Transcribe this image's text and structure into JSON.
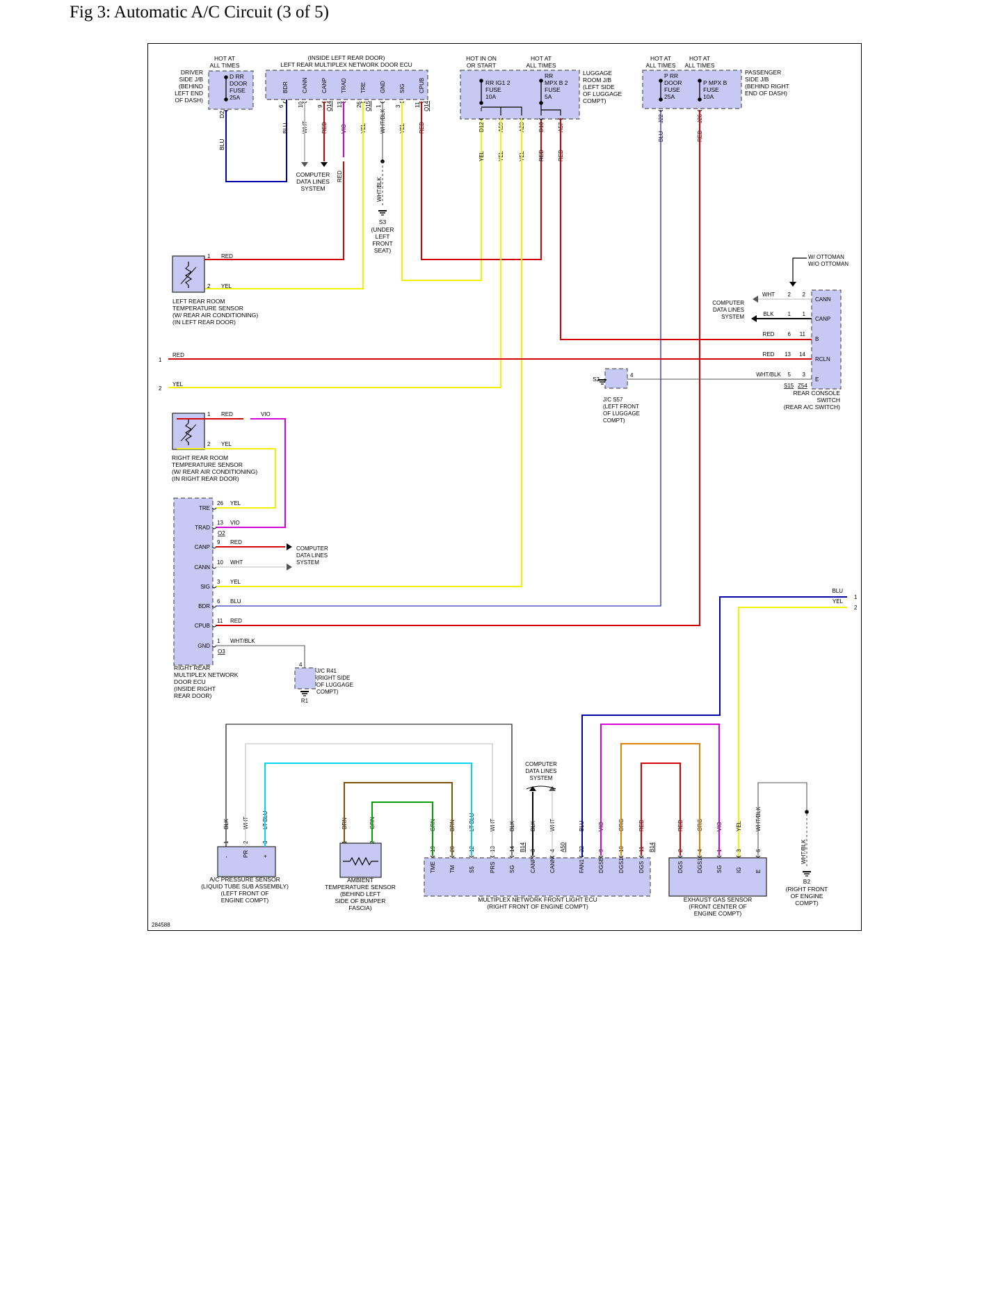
{
  "page_title": "Fig 3: Automatic A/C Circuit (3 of 5)",
  "figure_id": "284588",
  "colors": {
    "red": "#d40000",
    "yel": "#f2f200",
    "blu": "#0000a8",
    "vio": "#d800d8",
    "ltblu": "#00d8f0",
    "brn": "#7a5200",
    "grn": "#00a000",
    "org": "#e08000",
    "whtblk": "#555555",
    "wht": "#bbbbbb",
    "blk": "#000000",
    "box": "#c8c8f4"
  },
  "components": {
    "driver_jb": {
      "hot": [
        "HOT AT",
        "ALL TIMES"
      ],
      "fuse": [
        "D RR",
        "DOOR",
        "FUSE",
        "25A"
      ],
      "desc": [
        "DRIVER",
        "SIDE J/B",
        "(BEHIND",
        "LEFT END",
        "OF DASH)"
      ],
      "pin": "D2",
      "wire": "BLU"
    },
    "lr_ecu": {
      "desc": [
        "(INSIDE LEFT REAR DOOR)",
        "LEFT REAR MULTIPLEX NETWORK DOOR ECU"
      ],
      "pins": [
        {
          "name": "BDR",
          "num": "6",
          "wire": "BLU"
        },
        {
          "name": "CANN",
          "num": "10",
          "wire": "WHT"
        },
        {
          "name": "CANP",
          "num": "9",
          "wire": "RED",
          "conn": "Q14"
        },
        {
          "name": "TRAD",
          "num": "13",
          "wire": "VIO"
        },
        {
          "name": "TRE",
          "num": "26",
          "wire": "YEL",
          "conn": "Q15"
        },
        {
          "name": "GND",
          "num": "1",
          "wire": "WHT/BLK"
        },
        {
          "name": "SIG",
          "num": "3",
          "wire": "YEL"
        },
        {
          "name": "CPUB",
          "num": "11",
          "wire": "RED",
          "conn": "Q14"
        }
      ],
      "cdl": [
        "COMPUTER",
        "DATA LINES",
        "SYSTEM"
      ],
      "red_wire": "RED",
      "gnd_wire": "WHT/BLK"
    },
    "s3": {
      "label": "S3",
      "desc": [
        "(UNDER",
        "LEFT",
        "FRONT",
        "SEAT)"
      ]
    },
    "lug_jb": {
      "hot1": [
        "HOT IN ON",
        "OR START"
      ],
      "hot2": [
        "HOT AT",
        "ALL TIMES"
      ],
      "fuse1": [
        "RR IG1 2",
        "FUSE",
        "10A"
      ],
      "fuse2": [
        "RR",
        "MPX B 2",
        "FUSE",
        "5A"
      ],
      "desc": [
        "LUGGAGE",
        "ROOM J/B",
        "(LEFT SIDE",
        "OF LUGGAGE",
        "COMPT)"
      ],
      "pins": [
        {
          "num": "D12",
          "wire": "YEL"
        },
        {
          "num": "A59",
          "wire": "YEL"
        },
        {
          "num": "A23",
          "wire": "YEL"
        },
        {
          "num": "D10",
          "wire": "RED"
        },
        {
          "num": "A57",
          "wire": "RED"
        }
      ]
    },
    "pass_jb": {
      "hot1": [
        "HOT AT",
        "ALL TIMES"
      ],
      "hot2": [
        "HOT AT",
        "ALL TIMES"
      ],
      "fuse1": [
        "P RR",
        "DOOR",
        "FUSE",
        "25A"
      ],
      "fuse2": [
        "P MPX B",
        "FUSE",
        "10A"
      ],
      "desc": [
        "PASSENGER",
        "SIDE J/B",
        "(BEHIND RIGHT",
        "END OF DASH)"
      ],
      "pins": [
        {
          "num": "J22",
          "wire": "BLU"
        },
        {
          "num": "J26",
          "wire": "RED"
        }
      ]
    },
    "lr_sensor": {
      "desc": [
        "LEFT REAR ROOM",
        "TEMPERATURE SENSOR",
        "(W/ REAR AIR CONDITIONING)",
        "(IN LEFT REAR DOOR)"
      ],
      "pins": [
        {
          "num": "1",
          "wire": "RED"
        },
        {
          "num": "2",
          "wire": "YEL"
        }
      ]
    },
    "rr_sensor": {
      "desc": [
        "RIGHT REAR ROOM",
        "TEMPERATURE SENSOR",
        "(W/ REAR AIR CONDITIONING)",
        "(IN RIGHT REAR DOOR)"
      ],
      "pins": [
        {
          "num": "1",
          "wire": "RED"
        },
        {
          "num": "2",
          "wire": "YEL"
        }
      ],
      "vio": "VIO"
    },
    "offpage_left": [
      {
        "num": "1",
        "wire": "RED"
      },
      {
        "num": "2",
        "wire": "YEL"
      }
    ],
    "offpage_right": [
      {
        "num": "1",
        "wire": "BLU"
      },
      {
        "num": "2",
        "wire": "YEL"
      }
    ],
    "rear_console": {
      "desc": [
        "REAR CONSOLE",
        "SWITCH",
        "(REAR A/C SWITCH)"
      ],
      "ottoman": [
        "W/ OTTOMAN",
        "W/O OTTOMAN"
      ],
      "cdl": [
        "COMPUTER",
        "DATA LINES",
        "SYSTEM"
      ],
      "pins": [
        {
          "name": "CANN",
          "wire": "WHT",
          "a": "2",
          "b": "2"
        },
        {
          "name": "CANP",
          "wire": "BLK",
          "a": "1",
          "b": "1"
        },
        {
          "name": "B",
          "wire": "RED",
          "a": "6",
          "b": "11"
        },
        {
          "name": "RCLN",
          "wire": "RED",
          "a": "13",
          "b": "14"
        },
        {
          "name": "E",
          "wire": "WHT/BLK",
          "a": "5",
          "b": "3"
        }
      ],
      "conn1": "S15",
      "conn2": "Z54"
    },
    "s57": {
      "label": "S2",
      "pin": "4",
      "desc": [
        "J/C S57",
        "(LEFT FRONT",
        "OF LUGGAGE",
        "COMPT)"
      ]
    },
    "rr_ecu": {
      "desc": [
        "RIGHT REAR",
        "MULTIPLEX NETWORK",
        "DOOR ECU",
        "(INSIDE RIGHT",
        "REAR DOOR)"
      ],
      "cdl": [
        "COMPUTER",
        "DATA LINES",
        "SYSTEM"
      ],
      "pins": [
        {
          "name": "TRE",
          "num": "26",
          "wire": "YEL"
        },
        {
          "name": "TRAD",
          "num": "13",
          "wire": "VIO",
          "conn": "O2"
        },
        {
          "name": "CANP",
          "num": "9",
          "wire": "RED"
        },
        {
          "name": "CANN",
          "num": "10",
          "wire": "WHT"
        },
        {
          "name": "SIG",
          "num": "3",
          "wire": "YEL"
        },
        {
          "name": "BDR",
          "num": "6",
          "wire": "BLU"
        },
        {
          "name": "CPUB",
          "num": "11",
          "wire": "RED"
        },
        {
          "name": "GND",
          "num": "1",
          "wire": "WHT/BLK",
          "conn": "O3"
        }
      ]
    },
    "r41": {
      "pin": "4",
      "desc": [
        "J/C R41",
        "(RIGHT SIDE",
        "OF LUGGAGE",
        "COMPT)"
      ],
      "gnd": "R1"
    },
    "ac_pressure": {
      "desc": [
        "A/C PRESSURE SENSOR",
        "(LIQUID TUBE SUB ASSEMBLY)",
        "(LEFT FRONT OF",
        "ENGINE COMPT)"
      ],
      "pins": [
        {
          "num": "1",
          "wire": "BLK",
          "name": "-"
        },
        {
          "num": "2",
          "wire": "WHT",
          "name": "PR"
        },
        {
          "num": "3",
          "wire": "LT BLU",
          "name": "+"
        }
      ]
    },
    "ambient": {
      "desc": [
        "AMBIENT",
        "TEMPERATURE SENSOR",
        "(BEHIND LEFT",
        "SIDE OF BUMPER",
        "FASCIA)"
      ],
      "pins": [
        {
          "num": "1",
          "wire": "BRN"
        },
        {
          "num": "2",
          "wire": "GRN"
        }
      ]
    },
    "front_ecu": {
      "desc": [
        "MULTIPLEX NETWORK FRONT LIGHT ECU",
        "(RIGHT FRONT OF ENGINE COMPT)"
      ],
      "cdl": [
        "COMPUTER",
        "DATA LINES",
        "SYSTEM"
      ],
      "pins": [
        {
          "name": "TME",
          "num": "19",
          "wire": "GRN"
        },
        {
          "name": "TM",
          "num": "20",
          "wire": "BRN"
        },
        {
          "name": "S5",
          "num": "12",
          "wire": "LT BLU"
        },
        {
          "name": "PRS",
          "num": "13",
          "wire": "WHT"
        },
        {
          "name": "SG",
          "num": "14",
          "wire": "BLK",
          "conn": "B14"
        },
        {
          "name": "CANP",
          "num": "3",
          "wire": "BLK"
        },
        {
          "name": "CANN",
          "num": "4",
          "wire": "WHT",
          "conn": "A50"
        },
        {
          "name": "FAN1",
          "num": "22",
          "wire": "BLU"
        },
        {
          "name": "DGSE",
          "num": "9",
          "wire": "VIO"
        },
        {
          "name": "DGS1",
          "num": "10",
          "wire": "ORG"
        },
        {
          "name": "DGS",
          "num": "11",
          "wire": "RED",
          "conn": "B14"
        }
      ]
    },
    "exhaust": {
      "desc": [
        "EXHAUST GAS SENSOR",
        "(FRONT CENTER OF",
        "ENGINE COMPT)"
      ],
      "pins": [
        {
          "name": "DGS",
          "num": "2",
          "wire": "RED"
        },
        {
          "name": "DGS1",
          "num": "4",
          "wire": "ORG"
        },
        {
          "name": "SG",
          "num": "1",
          "wire": "VIO"
        },
        {
          "name": "IG",
          "num": "3",
          "wire": "YEL"
        },
        {
          "name": "E",
          "num": "6",
          "wire": "WHT/BLK"
        }
      ]
    },
    "b2": {
      "wire": "WHT/BLK",
      "label": "B2",
      "desc": [
        "(RIGHT FRONT",
        "OF ENGINE",
        "COMPT)"
      ]
    }
  }
}
